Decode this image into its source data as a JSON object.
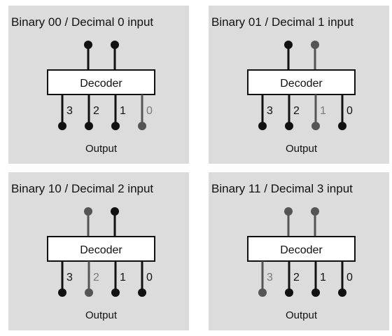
{
  "panels": [
    {
      "title": "Binary 00 / Decimal 0 input",
      "decoder_label": "Decoder",
      "output_label": "Output",
      "inputs": [
        {
          "active": false
        },
        {
          "active": false
        }
      ],
      "outputs": [
        {
          "label": "3",
          "active": false
        },
        {
          "label": "2",
          "active": false
        },
        {
          "label": "1",
          "active": false
        },
        {
          "label": "0",
          "active": true
        }
      ]
    },
    {
      "title": "Binary 01 / Decimal 1 input",
      "decoder_label": "Decoder",
      "output_label": "Output",
      "inputs": [
        {
          "active": false
        },
        {
          "active": true
        }
      ],
      "outputs": [
        {
          "label": "3",
          "active": false
        },
        {
          "label": "2",
          "active": false
        },
        {
          "label": "1",
          "active": true
        },
        {
          "label": "0",
          "active": false
        }
      ]
    },
    {
      "title": "Binary 10 / Decimal 2 input",
      "decoder_label": "Decoder",
      "output_label": "Output",
      "inputs": [
        {
          "active": true
        },
        {
          "active": false
        }
      ],
      "outputs": [
        {
          "label": "3",
          "active": false
        },
        {
          "label": "2",
          "active": true
        },
        {
          "label": "1",
          "active": false
        },
        {
          "label": "0",
          "active": false
        }
      ]
    },
    {
      "title": "Binary 11 / Decimal 3 input",
      "decoder_label": "Decoder",
      "output_label": "Output",
      "inputs": [
        {
          "active": true
        },
        {
          "active": true
        }
      ],
      "outputs": [
        {
          "label": "3",
          "active": true
        },
        {
          "label": "2",
          "active": false
        },
        {
          "label": "1",
          "active": false
        },
        {
          "label": "0",
          "active": false
        }
      ]
    }
  ],
  "colors": {
    "panel_bg": "#dcdcdc",
    "inactive": "#111111",
    "active": "#555555",
    "active_label": "#7a7a7a"
  }
}
